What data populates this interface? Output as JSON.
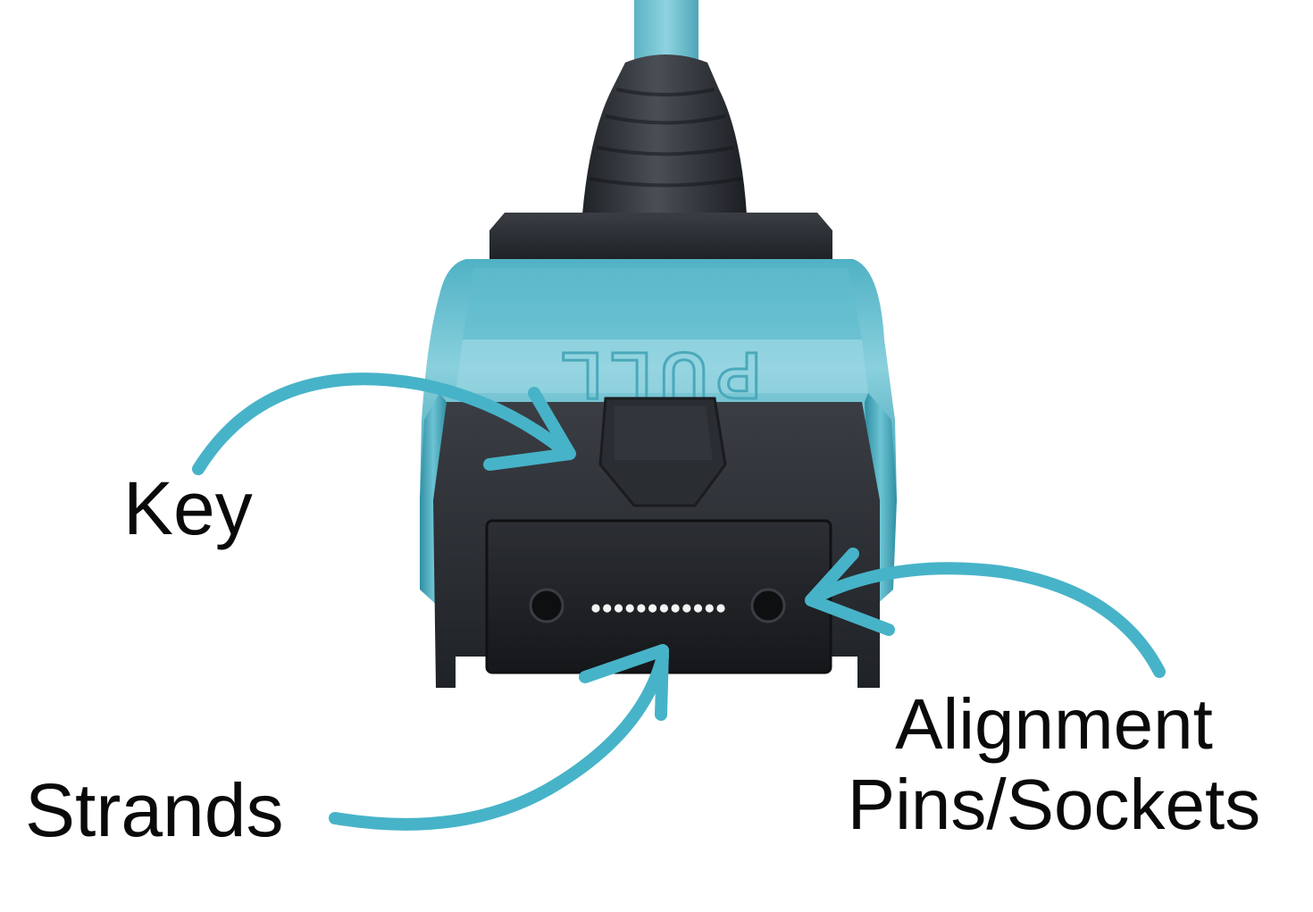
{
  "diagram": {
    "connector_label": "PULL",
    "labels": {
      "key": "Key",
      "strands": "Strands",
      "alignment_line1": "Alignment",
      "alignment_line2": "Pins/Sockets"
    },
    "fiber_count": 12,
    "colors": {
      "boot_aqua": "#5bbfd0",
      "housing_dark": "#2b2e33",
      "arrow": "#47b3c8",
      "strand_light": "#f4f4f4"
    }
  }
}
